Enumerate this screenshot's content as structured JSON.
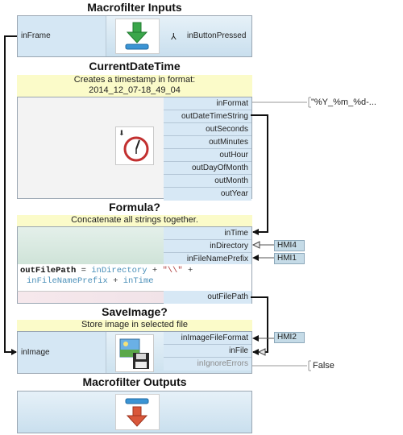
{
  "macro_inputs": {
    "title": "Macrofilter Inputs",
    "in_frame": "inFrame",
    "in_button": "inButtonPressed"
  },
  "current_date_time": {
    "title": "CurrentDateTime",
    "note_line1": "Creates a timestamp in format:",
    "note_line2": "2014_12_07-18_49_04",
    "in_format": "inFormat",
    "in_format_value": "\"%Y_%m_%d-...",
    "outputs": [
      "outDateTimeString",
      "outSeconds",
      "outMinutes",
      "outHour",
      "outDayOfMonth",
      "outMonth",
      "outYear"
    ]
  },
  "formula": {
    "title": "Formula?",
    "note": "Concatenate all strings together.",
    "in_time": "inTime",
    "in_directory": "inDirectory",
    "in_file_name_prefix": "inFileNamePrefix",
    "hmi_directory": "HMI4",
    "hmi_prefix": "HMI1",
    "code_lhs": "outFilePath",
    "code_eq": " = ",
    "code_v1": "inDirectory",
    "code_plus1": " + ",
    "code_str": "\"\\\\\"",
    "code_plus2": " +",
    "code_v2": "inFileNamePrefix",
    "code_plus3": " + ",
    "code_v3": "inTime",
    "out_file_path": "outFilePath"
  },
  "save_image": {
    "title": "SaveImage?",
    "note": "Store image in selected file",
    "in_image": "inImage",
    "in_image_file_format": "inImageFileFormat",
    "in_file": "inFile",
    "in_ignore_errors": "inIgnoreErrors",
    "hmi_format": "HMI2",
    "ignore_errors_value": "False"
  },
  "macro_outputs": {
    "title": "Macrofilter Outputs"
  },
  "colors": {
    "wire": "#111111",
    "port_bg": "#d7e8f5",
    "note_bg": "#fbfbc9",
    "panel_border": "#9aa6b2"
  }
}
